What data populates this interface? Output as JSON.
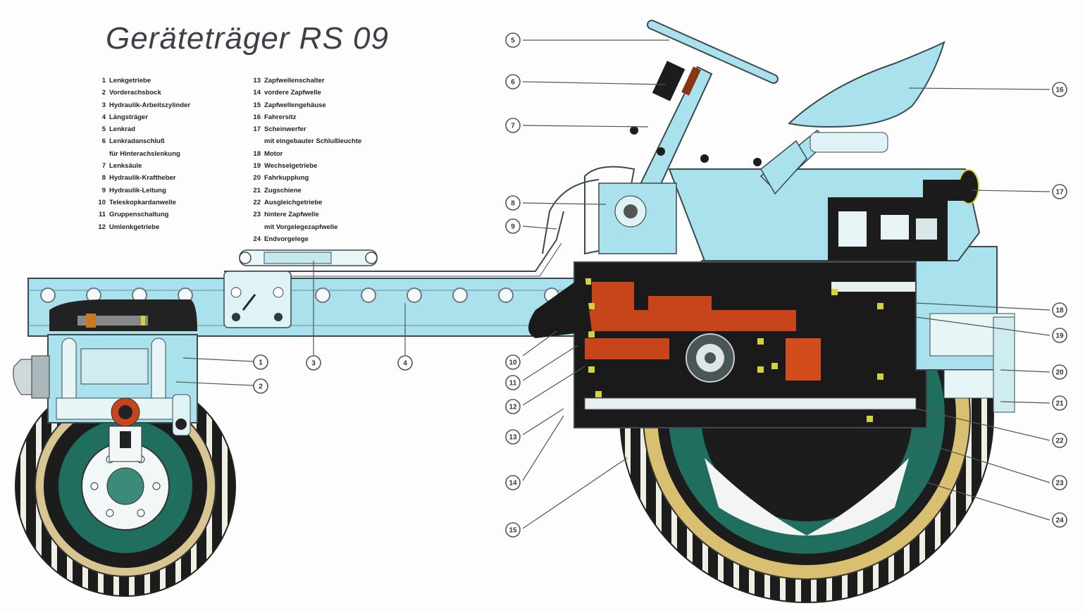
{
  "title": "Geräteträger RS 09",
  "legend": [
    {
      "num": "1",
      "text": "Lenkgetriebe"
    },
    {
      "num": "2",
      "text": "Vorderachsbock"
    },
    {
      "num": "3",
      "text": "Hydraulik-Arbeitszylinder"
    },
    {
      "num": "4",
      "text": "Längsträger"
    },
    {
      "num": "5",
      "text": "Lenkrad"
    },
    {
      "num": "6",
      "text": "Lenkradanschluß"
    },
    {
      "num": "",
      "text": "für Hinterachslenkung"
    },
    {
      "num": "7",
      "text": "Lenksäule"
    },
    {
      "num": "8",
      "text": "Hydraulik-Kraftheber"
    },
    {
      "num": "9",
      "text": "Hydraulik-Leitung"
    },
    {
      "num": "10",
      "text": "Teleskopkardanwelle"
    },
    {
      "num": "11",
      "text": "Gruppenschaltung"
    },
    {
      "num": "12",
      "text": "Umlenkgetriebe"
    },
    {
      "num": "13",
      "text": "Zapfwellenschalter"
    },
    {
      "num": "14",
      "text": "vordere Zapfwelle"
    },
    {
      "num": "15",
      "text": "Zapfwellengehäuse"
    },
    {
      "num": "16",
      "text": "Fahrersitz"
    },
    {
      "num": "17",
      "text": "Scheinwerfer"
    },
    {
      "num": "",
      "text": "mit eingebauter Schlußleuchte"
    },
    {
      "num": "18",
      "text": "Motor"
    },
    {
      "num": "19",
      "text": "Wechselgetriebe"
    },
    {
      "num": "20",
      "text": "Fahrkupplung"
    },
    {
      "num": "21",
      "text": "Zugschiene"
    },
    {
      "num": "22",
      "text": "Ausgleichgetriebe"
    },
    {
      "num": "23",
      "text": "hintere Zapfwelle"
    },
    {
      "num": "",
      "text": "mit Vorgelegezapfwelle"
    },
    {
      "num": "24",
      "text": "Endvorgelege"
    }
  ],
  "callouts": {
    "c1": "1",
    "c2": "2",
    "c3": "3",
    "c4": "4",
    "c5": "5",
    "c6": "6",
    "c7": "7",
    "c8": "8",
    "c9": "9",
    "c10": "10",
    "c11": "11",
    "c12": "12",
    "c13": "13",
    "c14": "14",
    "c15": "15",
    "c16": "16",
    "c17": "17",
    "c18": "18",
    "c19": "19",
    "c20": "20",
    "c21": "21",
    "c22": "22",
    "c23": "23",
    "c24": "24"
  },
  "colors": {
    "body": "#a9e2ec",
    "outline": "#3a4a50",
    "gear_red": "#c8451c",
    "brass": "#d8c070",
    "rim_green": "#1f6e5e",
    "tyre": "#1c1c1c",
    "highlight_yellow": "#d4d23a"
  }
}
